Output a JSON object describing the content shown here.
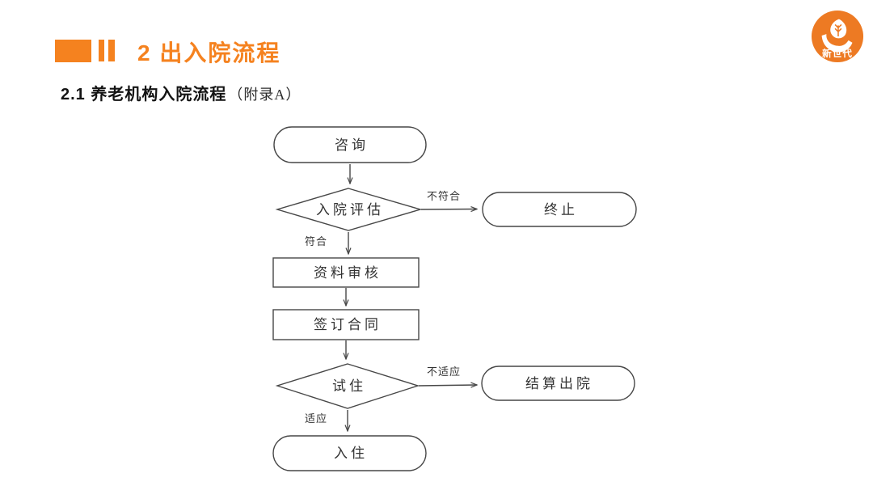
{
  "slide": {
    "title": "2 出入院流程",
    "subtitle": "2.1 养老机构入院流程",
    "subtitle_note": "（附录A）"
  },
  "logo": {
    "text": "新世代"
  },
  "colors": {
    "accent_orange": "#F5821F",
    "logo_orange": "#ED7A23",
    "line": "#474747",
    "node_text": "#333333"
  },
  "flowchart": {
    "nodes": [
      {
        "id": "consult",
        "type": "terminator",
        "label": "咨询"
      },
      {
        "id": "assess",
        "type": "decision",
        "label": "入院评估"
      },
      {
        "id": "terminate",
        "type": "terminator",
        "label": "终止"
      },
      {
        "id": "review",
        "type": "process",
        "label": "资料审核"
      },
      {
        "id": "contract",
        "type": "process",
        "label": "签订合同"
      },
      {
        "id": "trial",
        "type": "decision",
        "label": "试住"
      },
      {
        "id": "settle",
        "type": "terminator",
        "label": "结算出院"
      },
      {
        "id": "movein",
        "type": "terminator",
        "label": "入住"
      }
    ],
    "edge_labels": {
      "not_qualified": "不符合",
      "qualified": "符合",
      "not_adapted": "不适应",
      "adapted": "适应"
    }
  }
}
